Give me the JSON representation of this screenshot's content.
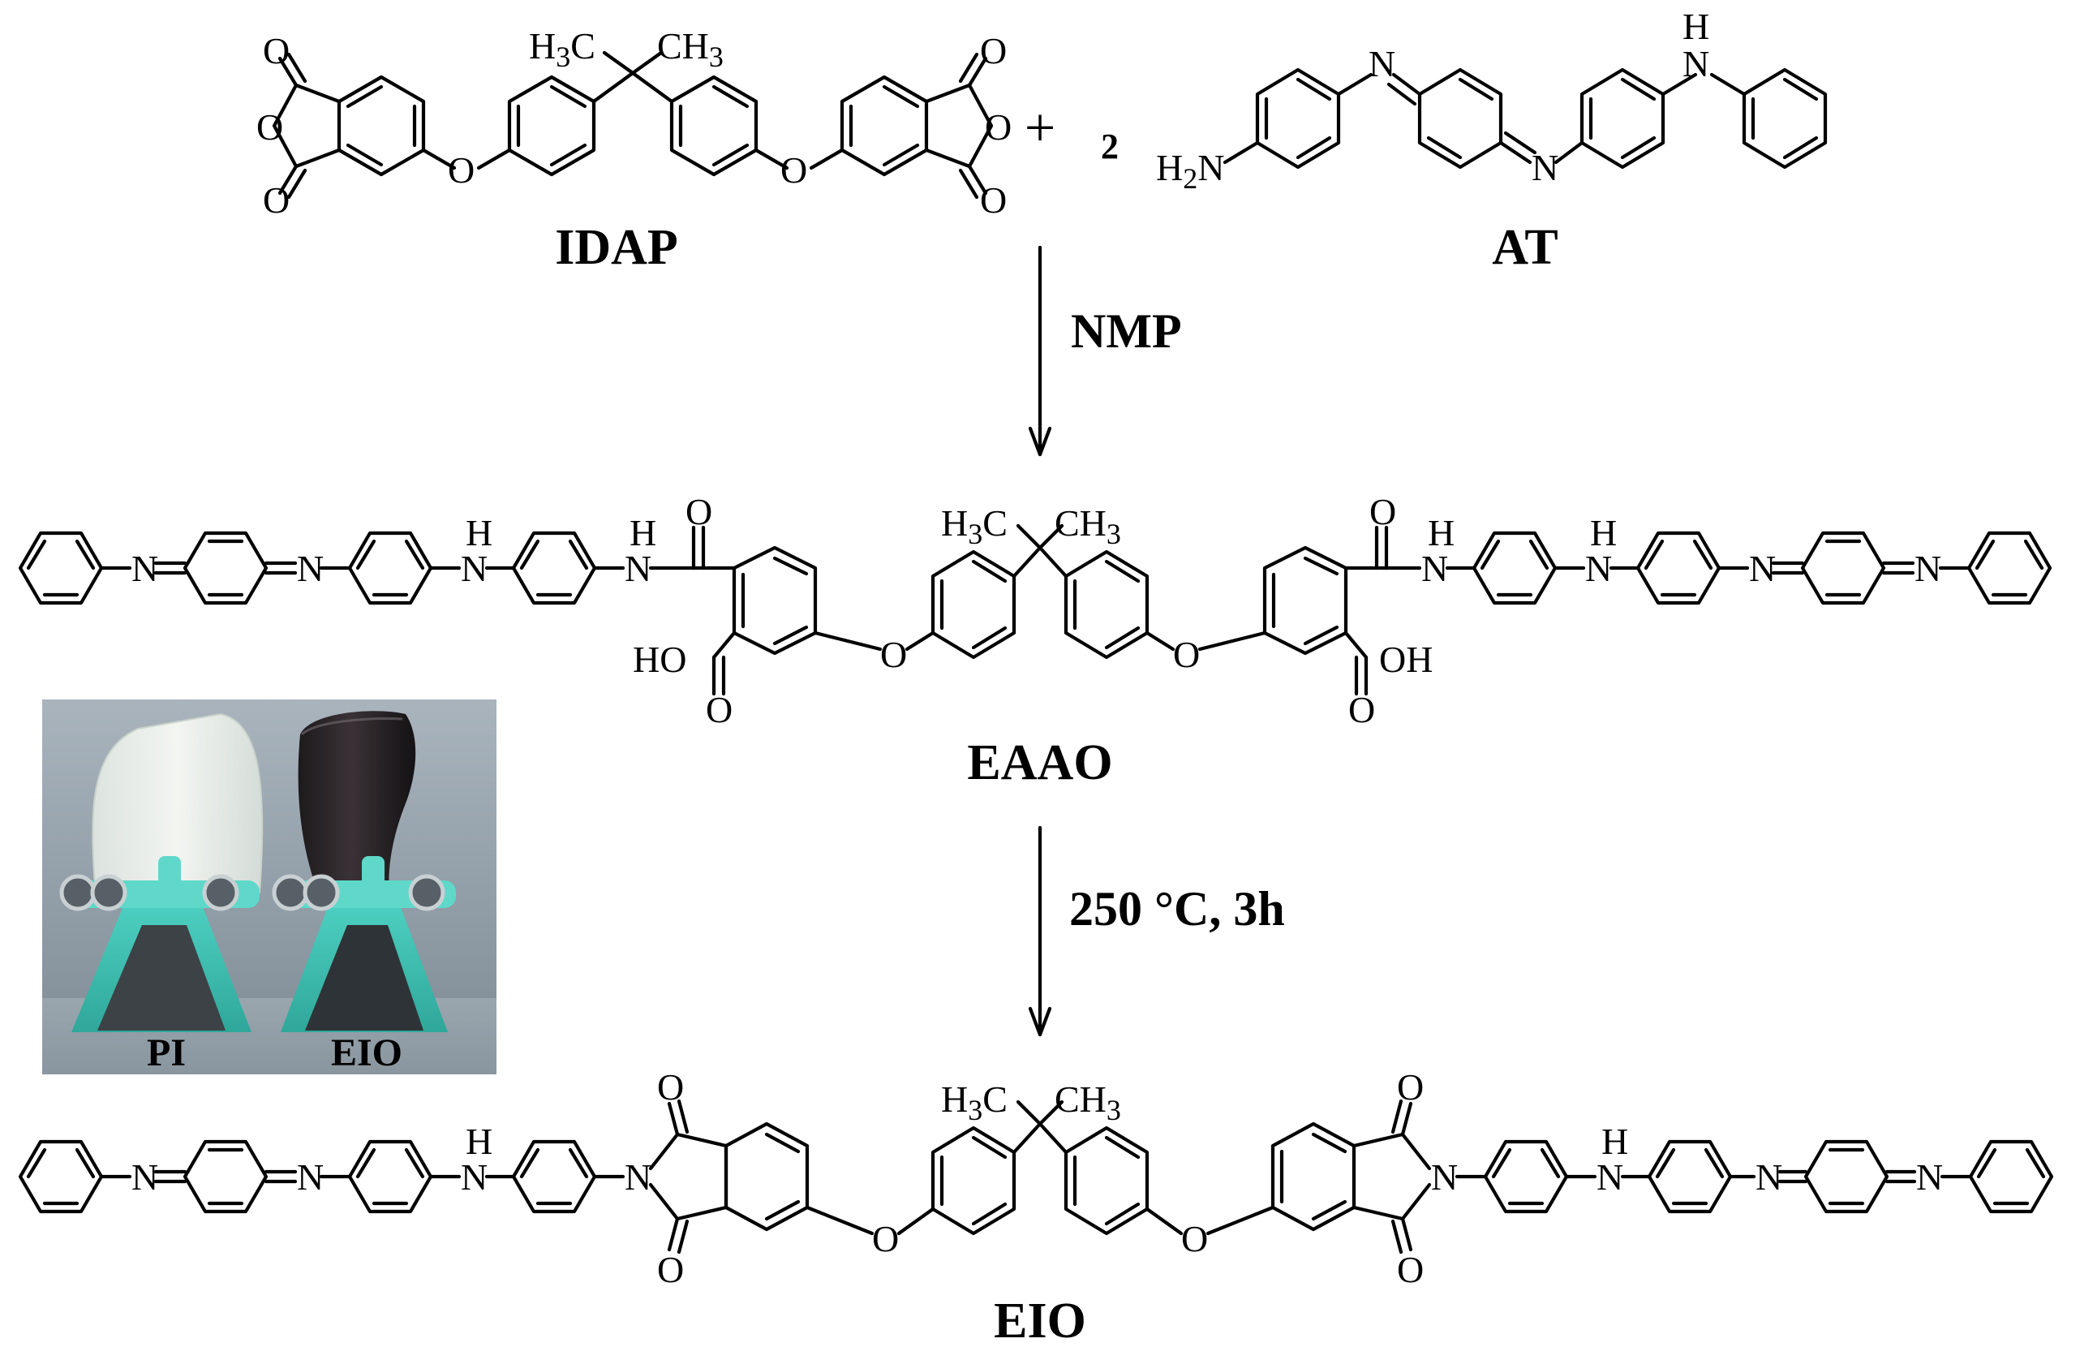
{
  "reactants": {
    "idap_label": "IDAP",
    "plus": "+",
    "at_coefficient": "2",
    "at_label": "AT"
  },
  "steps": [
    {
      "condition": "NMP"
    },
    {
      "condition": "250 °C, 3h"
    }
  ],
  "intermediate_label": "EAAO",
  "product_label": "EIO",
  "photo": {
    "left_label": "PI",
    "right_label": "EIO"
  },
  "atom_labels": {
    "o": "O",
    "n": "N",
    "h": "H",
    "h3c": "H3C",
    "ch3": "CH3",
    "h2n": "H2N",
    "ho": "HO",
    "oh": "OH"
  }
}
